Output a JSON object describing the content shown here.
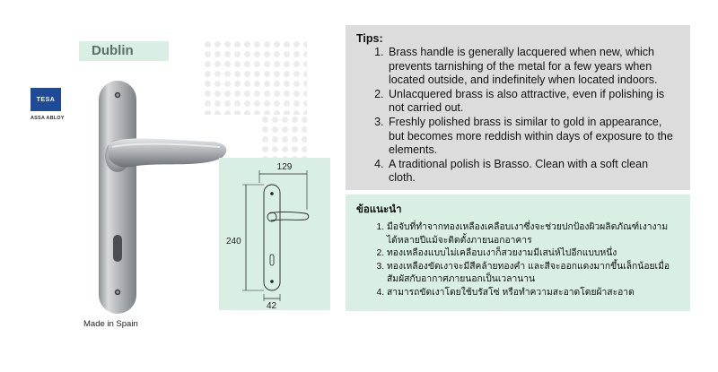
{
  "product": {
    "name": "Dublin",
    "origin": "Made in Spain"
  },
  "brand": {
    "logo_text": "TESA",
    "group_text": "ASSA ABLOY"
  },
  "dimensions": {
    "width": "129",
    "height": "240",
    "bottom": "42"
  },
  "tips": {
    "title": "Tips:",
    "items": [
      "Brass handle is generally lacquered when new, which prevents tarnishing of the metal for a few years when located outside, and indefinitely when located indoors.",
      "Unlacquered brass is also attractive, even if polishing is not carried out.",
      "Freshly polished brass is similar to gold in appearance, but becomes more reddish within days of exposure to the elements.",
      "A traditional polish is Brasso. Clean with a soft clean cloth."
    ]
  },
  "thai_tips": {
    "title": "ข้อแนะนำ",
    "items": [
      "มือจับที่ทำจากทองเหลืองเคลือบเงาซึ่งจะช่วยปกป้องผิวผลิตภัณฑ์เงางามได้หลายปีแม้จะติดตั้งภายนอกอาคาร",
      "ทองเหลืองแบบไม่เคลือบเงาก็สวยงามมีเสน่ห์ไปอีกแบบหนึ่ง",
      "ทองเหลืองขัดเงาจะมีสีคล้ายทองคำ และสีจะออกแดงมากขึ้นเล็กน้อยเมื่อสัมผัสกับอากาศภายนอกเป็นเวลานาน",
      "สามารถขัดเงาโดยใช้บรัสโซ่ หรือทำความสะอาดโดยผ้าสะอาด"
    ]
  },
  "colors": {
    "mint_panel": "#d9efe4",
    "gray_panel": "#dcdcdc",
    "logo_blue": "#1e4a96"
  },
  "icons": [
    "dot-pattern",
    "door-handle-photo",
    "dimension-drawing"
  ]
}
